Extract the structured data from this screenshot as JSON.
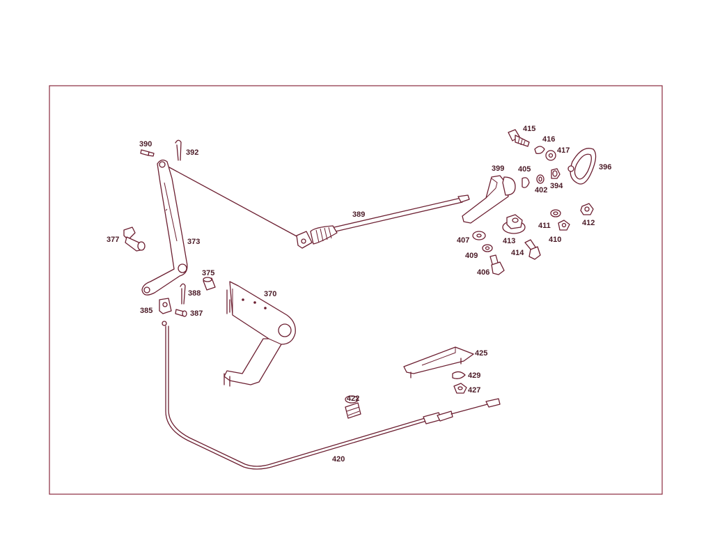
{
  "diagram": {
    "colors": {
      "line": "#6b1e30",
      "border": "#8a2a3e",
      "label": "#4a1a26",
      "background": "#ffffff"
    },
    "callouts": {
      "p390": "390",
      "p392": "392",
      "p377": "377",
      "p373": "373",
      "p375": "375",
      "p388": "388",
      "p385": "385",
      "p387": "387",
      "p370": "370",
      "p389": "389",
      "p415": "415",
      "p416": "416",
      "p417": "417",
      "p396": "396",
      "p399": "399",
      "p405": "405",
      "p402": "402",
      "p394": "394",
      "p412": "412",
      "p411": "411",
      "p410": "410",
      "p407": "407",
      "p413": "413",
      "p409": "409",
      "p414": "414",
      "p406": "406",
      "p425": "425",
      "p429": "429",
      "p427": "427",
      "p422": "422",
      "p420": "420"
    }
  }
}
